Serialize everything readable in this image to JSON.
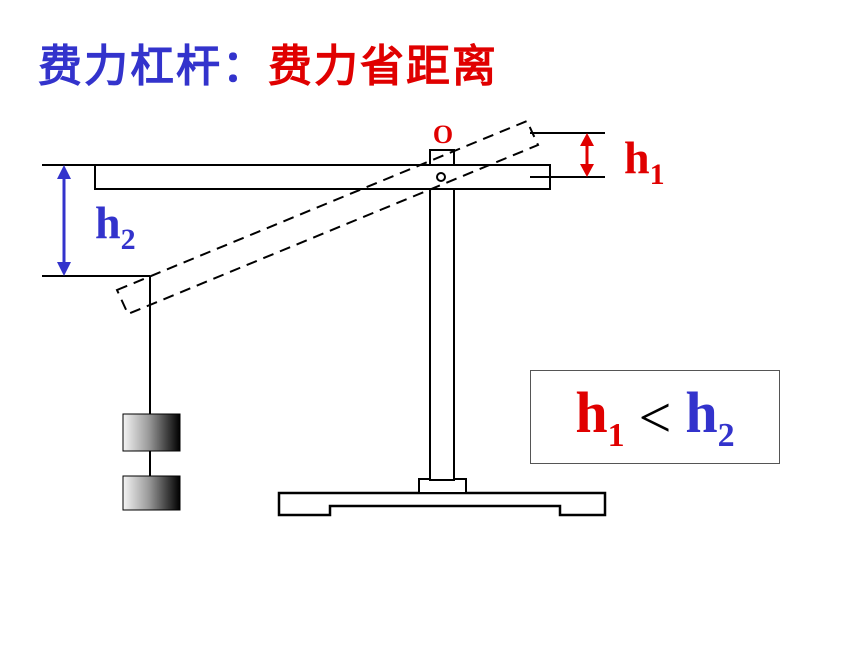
{
  "title": {
    "part1": "费力杠杆：",
    "part2": "费力省距离"
  },
  "labels": {
    "pivot": "O",
    "h1_base": "h",
    "h1_sub": "1",
    "h2_base": "h",
    "h2_sub": "2"
  },
  "comparison": {
    "left_base": "h",
    "left_sub": "1",
    "operator": "<",
    "right_base": "h",
    "right_sub": "2"
  },
  "colors": {
    "blue": "#3333cc",
    "red": "#e00000",
    "line": "#000000"
  }
}
